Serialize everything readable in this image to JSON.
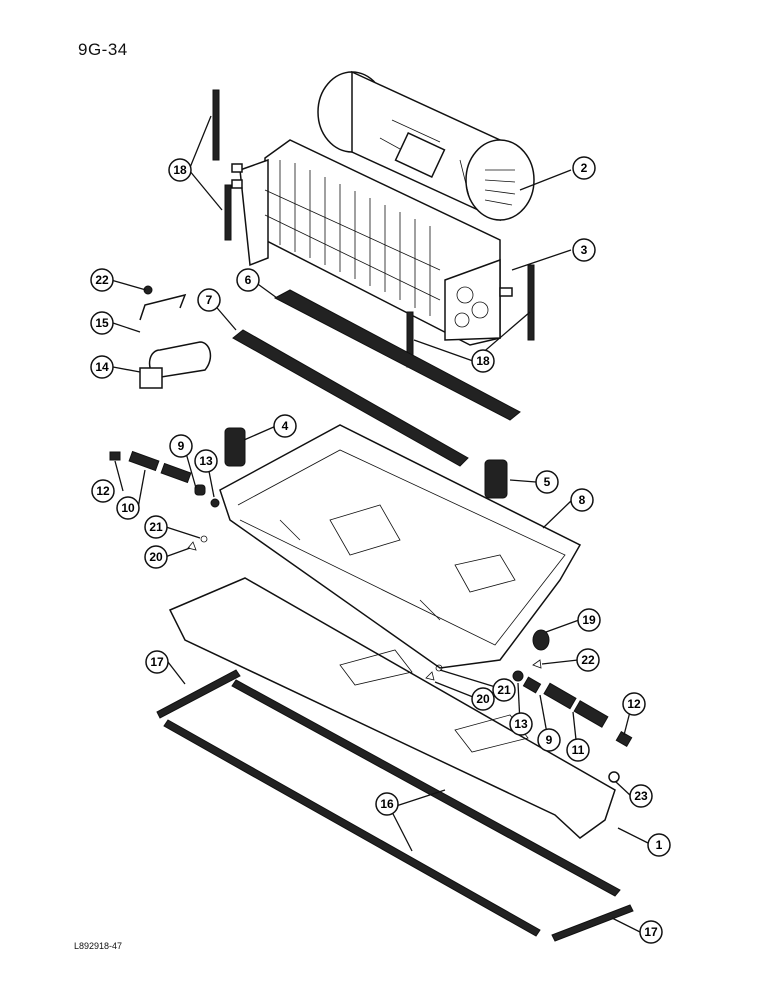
{
  "page_number": "9G-34",
  "figure_code": "L892918-47",
  "callouts": [
    "2",
    "3",
    "18",
    "22",
    "6",
    "7",
    "15",
    "14",
    "4",
    "9",
    "13",
    "12",
    "10",
    "5",
    "8",
    "21",
    "20",
    "19",
    "22",
    "17",
    "20",
    "21",
    "13",
    "9",
    "11",
    "12",
    "23",
    "16",
    "1",
    "17",
    "18"
  ]
}
